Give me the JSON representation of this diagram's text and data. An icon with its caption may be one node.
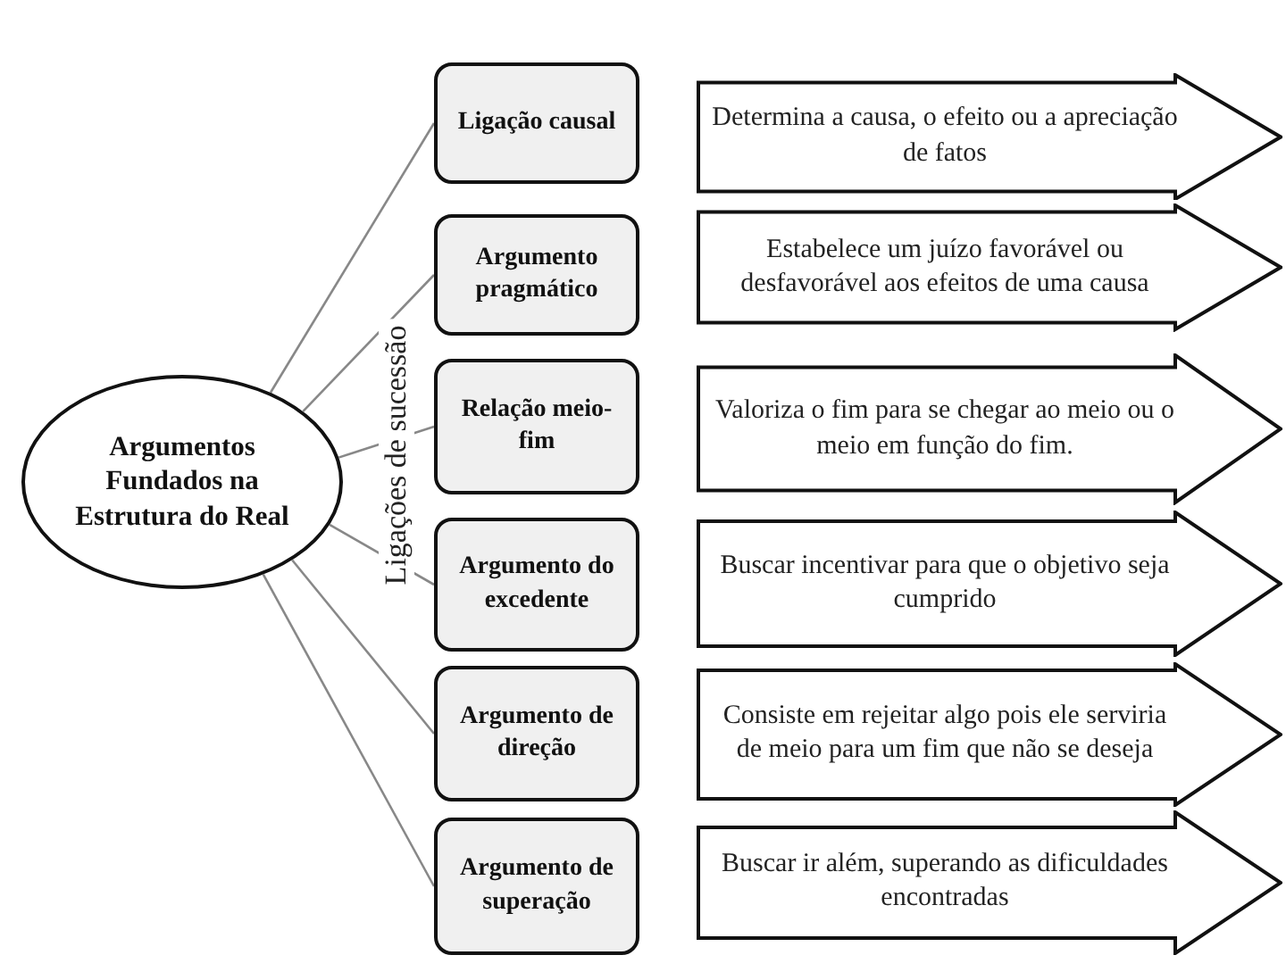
{
  "diagram": {
    "nodes": [
      {
        "text": [
          "Argumentos Fundados na Estrutura do Real"
        ]
      },
      {
        "text": [
          "Ligação causal"
        ]
      },
      {
        "text": [
          "Determina a causa, o efeito ou a apreciação de fatos"
        ]
      },
      {
        "text": [
          "Argumento pragmático"
        ]
      },
      {
        "text": [
          "Estabelece um juízo favorável ou desfavorável aos efeitos de uma causa"
        ]
      },
      {
        "text": [
          "Relação meio-fim"
        ]
      },
      {
        "text": [
          "Valoriza o fim para se chegar ao meio ou o meio em função do fim."
        ]
      },
      {
        "text": [
          "Argumento do excedente"
        ]
      },
      {
        "text": [
          "Buscar incentivar para que o objetivo seja cumprido"
        ]
      },
      {
        "text": [
          "Argumento de direção"
        ]
      },
      {
        "text": [
          "Consiste em rejeitar algo pois ele serviria de meio para um fim que não se deseja"
        ]
      },
      {
        "text": [
          "Argumento de superação"
        ]
      },
      {
        "text": [
          "Buscar ir além, superando as dificuldades encontradas"
        ]
      }
    ],
    "edges": [
      {
        "from": 0,
        "to": 1,
        "arrow": "none"
      },
      {
        "from": 0,
        "to": 3,
        "arrow": "none"
      },
      {
        "from": 0,
        "to": 5,
        "arrow": "none"
      },
      {
        "from": 0,
        "to": 7,
        "arrow": "none"
      },
      {
        "from": 0,
        "to": 9,
        "arrow": "none"
      },
      {
        "from": 0,
        "to": 11,
        "arrow": "none"
      }
    ],
    "labels": [
      "Ligações de sucessão"
    ]
  }
}
